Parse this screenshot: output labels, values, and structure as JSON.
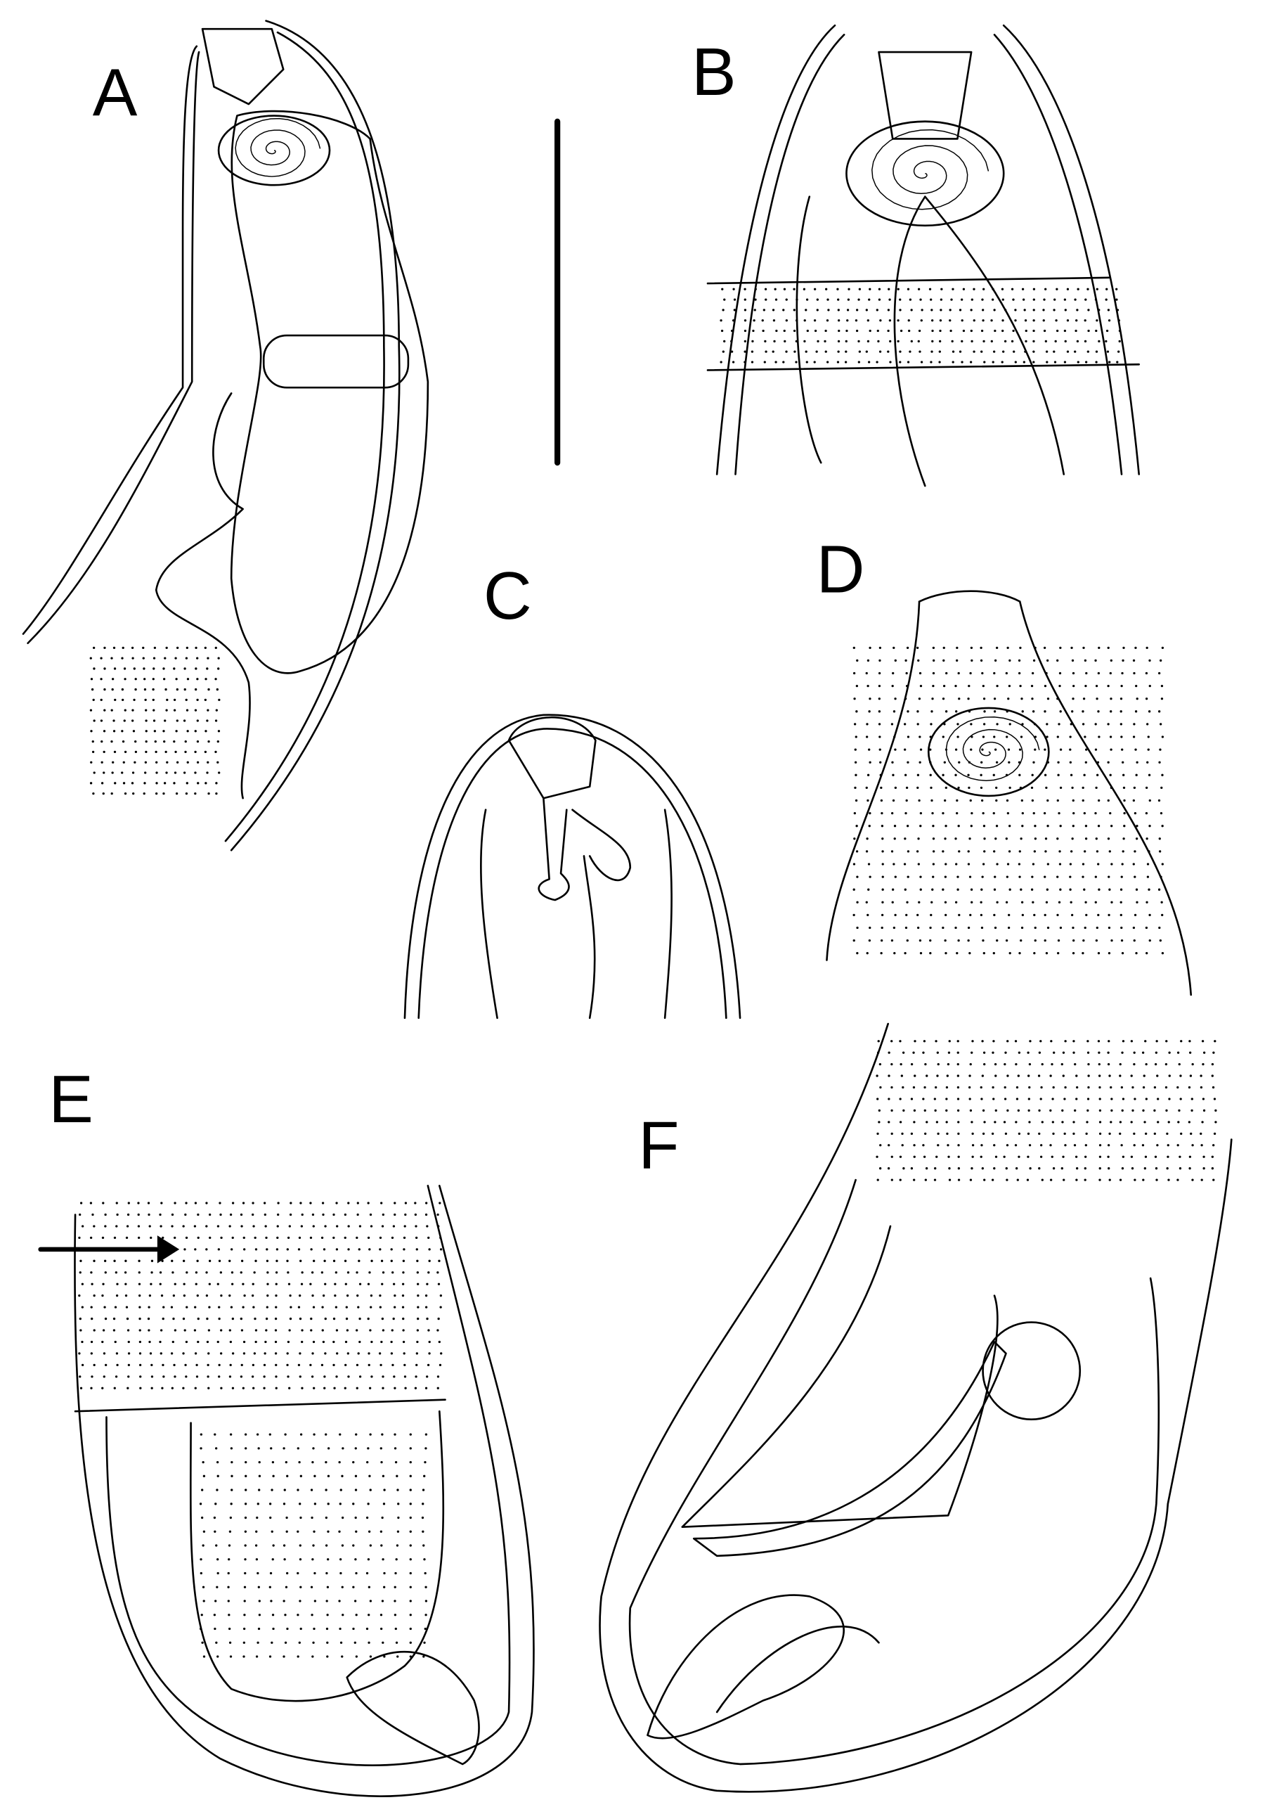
{
  "figure": {
    "panels": [
      {
        "id": "A",
        "label": "A"
      },
      {
        "id": "B",
        "label": "B"
      },
      {
        "id": "C",
        "label": "C"
      },
      {
        "id": "D",
        "label": "D"
      },
      {
        "id": "E",
        "label": "E"
      },
      {
        "id": "F",
        "label": "F"
      }
    ],
    "ink_color": "#000000",
    "background_color": "#ffffff"
  }
}
